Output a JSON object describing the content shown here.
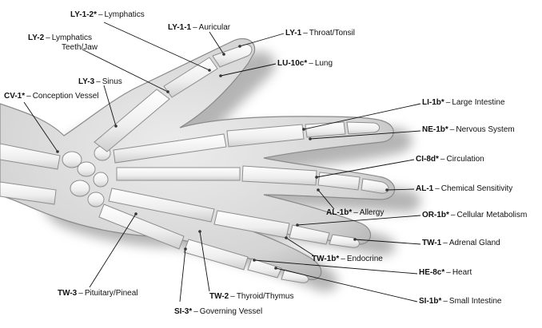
{
  "points": [
    {
      "id": "ly12",
      "code": "LY-1-2*",
      "name": "Lymphatics"
    },
    {
      "id": "ly11",
      "code": "LY-1-1",
      "name": "Auricular"
    },
    {
      "id": "ly1",
      "code": "LY-1",
      "name": "Throat/Tonsil"
    },
    {
      "id": "ly2",
      "code": "LY-2",
      "name": "Lymphatics",
      "name2": "Teeth/Jaw"
    },
    {
      "id": "lu10c",
      "code": "LU-10c*",
      "name": "Lung"
    },
    {
      "id": "ly3",
      "code": "LY-3",
      "name": "Sinus"
    },
    {
      "id": "cv1",
      "code": "CV-1*",
      "name": "Conception Vessel"
    },
    {
      "id": "li1b",
      "code": "LI-1b*",
      "name": "Large Intestine"
    },
    {
      "id": "ne1b",
      "code": "NE-1b*",
      "name": "Nervous System"
    },
    {
      "id": "ci8d",
      "code": "CI-8d*",
      "name": "Circulation"
    },
    {
      "id": "al1",
      "code": "AL-1",
      "name": "Chemical Sensitivity"
    },
    {
      "id": "al1b",
      "code": "AL-1b*",
      "name": "Allergy"
    },
    {
      "id": "or1b",
      "code": "OR-1b*",
      "name": "Cellular Metabolism"
    },
    {
      "id": "tw1",
      "code": "TW-1",
      "name": "Adrenal Gland"
    },
    {
      "id": "tw1b",
      "code": "TW-1b*",
      "name": "Endocrine"
    },
    {
      "id": "he8c",
      "code": "HE-8c*",
      "name": "Heart"
    },
    {
      "id": "tw3",
      "code": "TW-3",
      "name": "Pituitary/Pineal"
    },
    {
      "id": "tw2",
      "code": "TW-2",
      "name": "Thyroid/Thymus"
    },
    {
      "id": "si1b",
      "code": "SI-1b*",
      "name": "Small Intestine"
    },
    {
      "id": "si3",
      "code": "SI-3*",
      "name": "Governing Vessel"
    }
  ],
  "colors": {
    "skin": "#dcdcdc",
    "skin_shadow": "#9a9a9a",
    "bone": "#f2f2f2",
    "bone_edge": "#8e8e8e",
    "line": "#111111"
  }
}
